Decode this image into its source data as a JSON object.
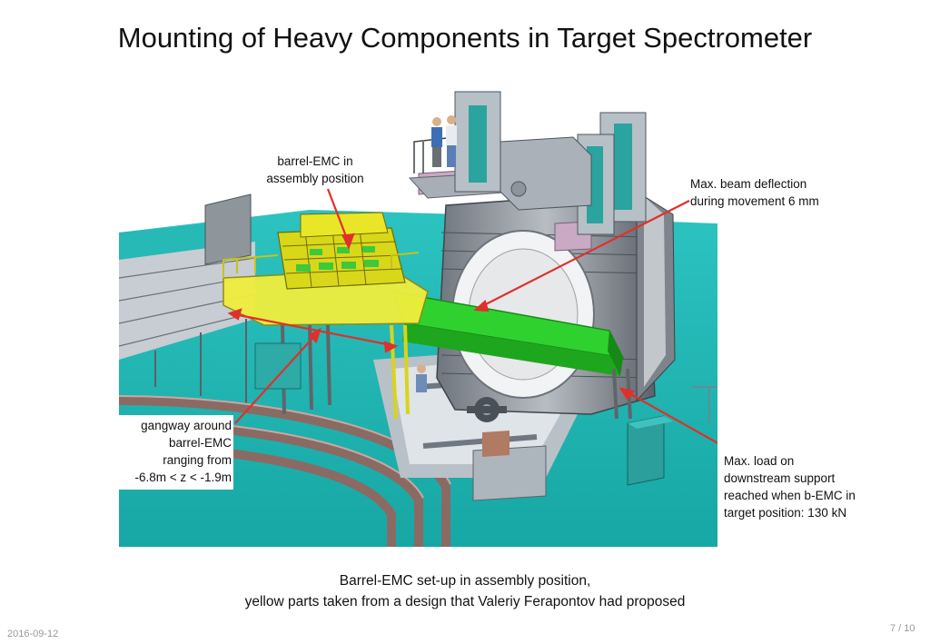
{
  "slide": {
    "title": "Mounting of Heavy Components in Target Spectrometer",
    "annotations": {
      "barrel_assembly": [
        "barrel-EMC in",
        "assembly position"
      ],
      "beam_deflection": [
        "Max. beam deflection",
        "during movement 6 mm"
      ],
      "gangway": [
        "gangway around",
        "barrel-EMC",
        "ranging from",
        "-6.8m < z < -1.9m"
      ],
      "max_load": [
        "Max. load on",
        "downstream support",
        "reached when b-EMC in",
        "target position: 130 kN"
      ]
    },
    "caption": [
      "Barrel-EMC set-up in assembly position,",
      "yellow parts taken from a design that Valeriy Ferapontov had proposed"
    ],
    "footer": {
      "date": "2016-09-12",
      "page": "7 / 10"
    }
  },
  "colors": {
    "floor": "#1fb7b4",
    "yellow": "#e6e21a",
    "green": "#3ad13a",
    "steel": "#9aa0a8",
    "arrow": "#e0302a"
  }
}
